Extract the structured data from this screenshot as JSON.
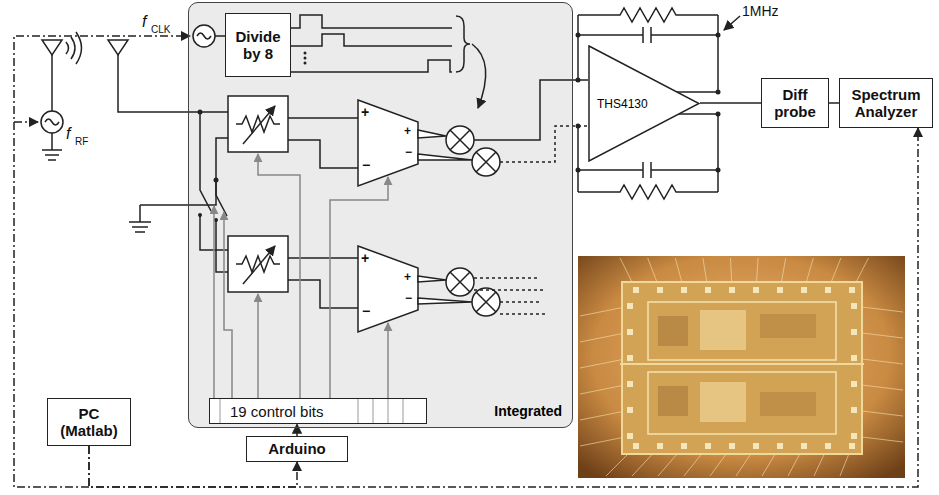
{
  "diagram": {
    "nodes": [
      {
        "text": [
          "Integrated"
        ]
      },
      {
        "text": [
          "Divide by 8"
        ],
        "in": 0
      },
      {
        "text": [
          "19 control bits"
        ],
        "in": 0
      },
      {
        "text": [
          "THS4130"
        ]
      },
      {
        "text": [
          "Diff probe"
        ]
      },
      {
        "text": [
          "Spectrum Analyzer"
        ]
      },
      {
        "text": [
          "PC (Matlab)"
        ]
      },
      {
        "text": [
          "Arduino"
        ]
      }
    ],
    "edges": [
      {
        "from": 3,
        "to": 4,
        "arrow": "none"
      },
      {
        "from": 4,
        "to": 5,
        "arrow": "none"
      },
      {
        "from": 7,
        "to": 2,
        "arrow": "to"
      },
      {
        "from": 6,
        "to": 7,
        "arrow": "to"
      },
      {
        "from": 6,
        "to": 5,
        "arrow": "to"
      }
    ],
    "labels": [
      "f",
      "CLK",
      "f",
      "RF",
      "1MHz",
      "+",
      "−",
      "+",
      "−",
      "+",
      "−",
      "+",
      "−"
    ]
  }
}
